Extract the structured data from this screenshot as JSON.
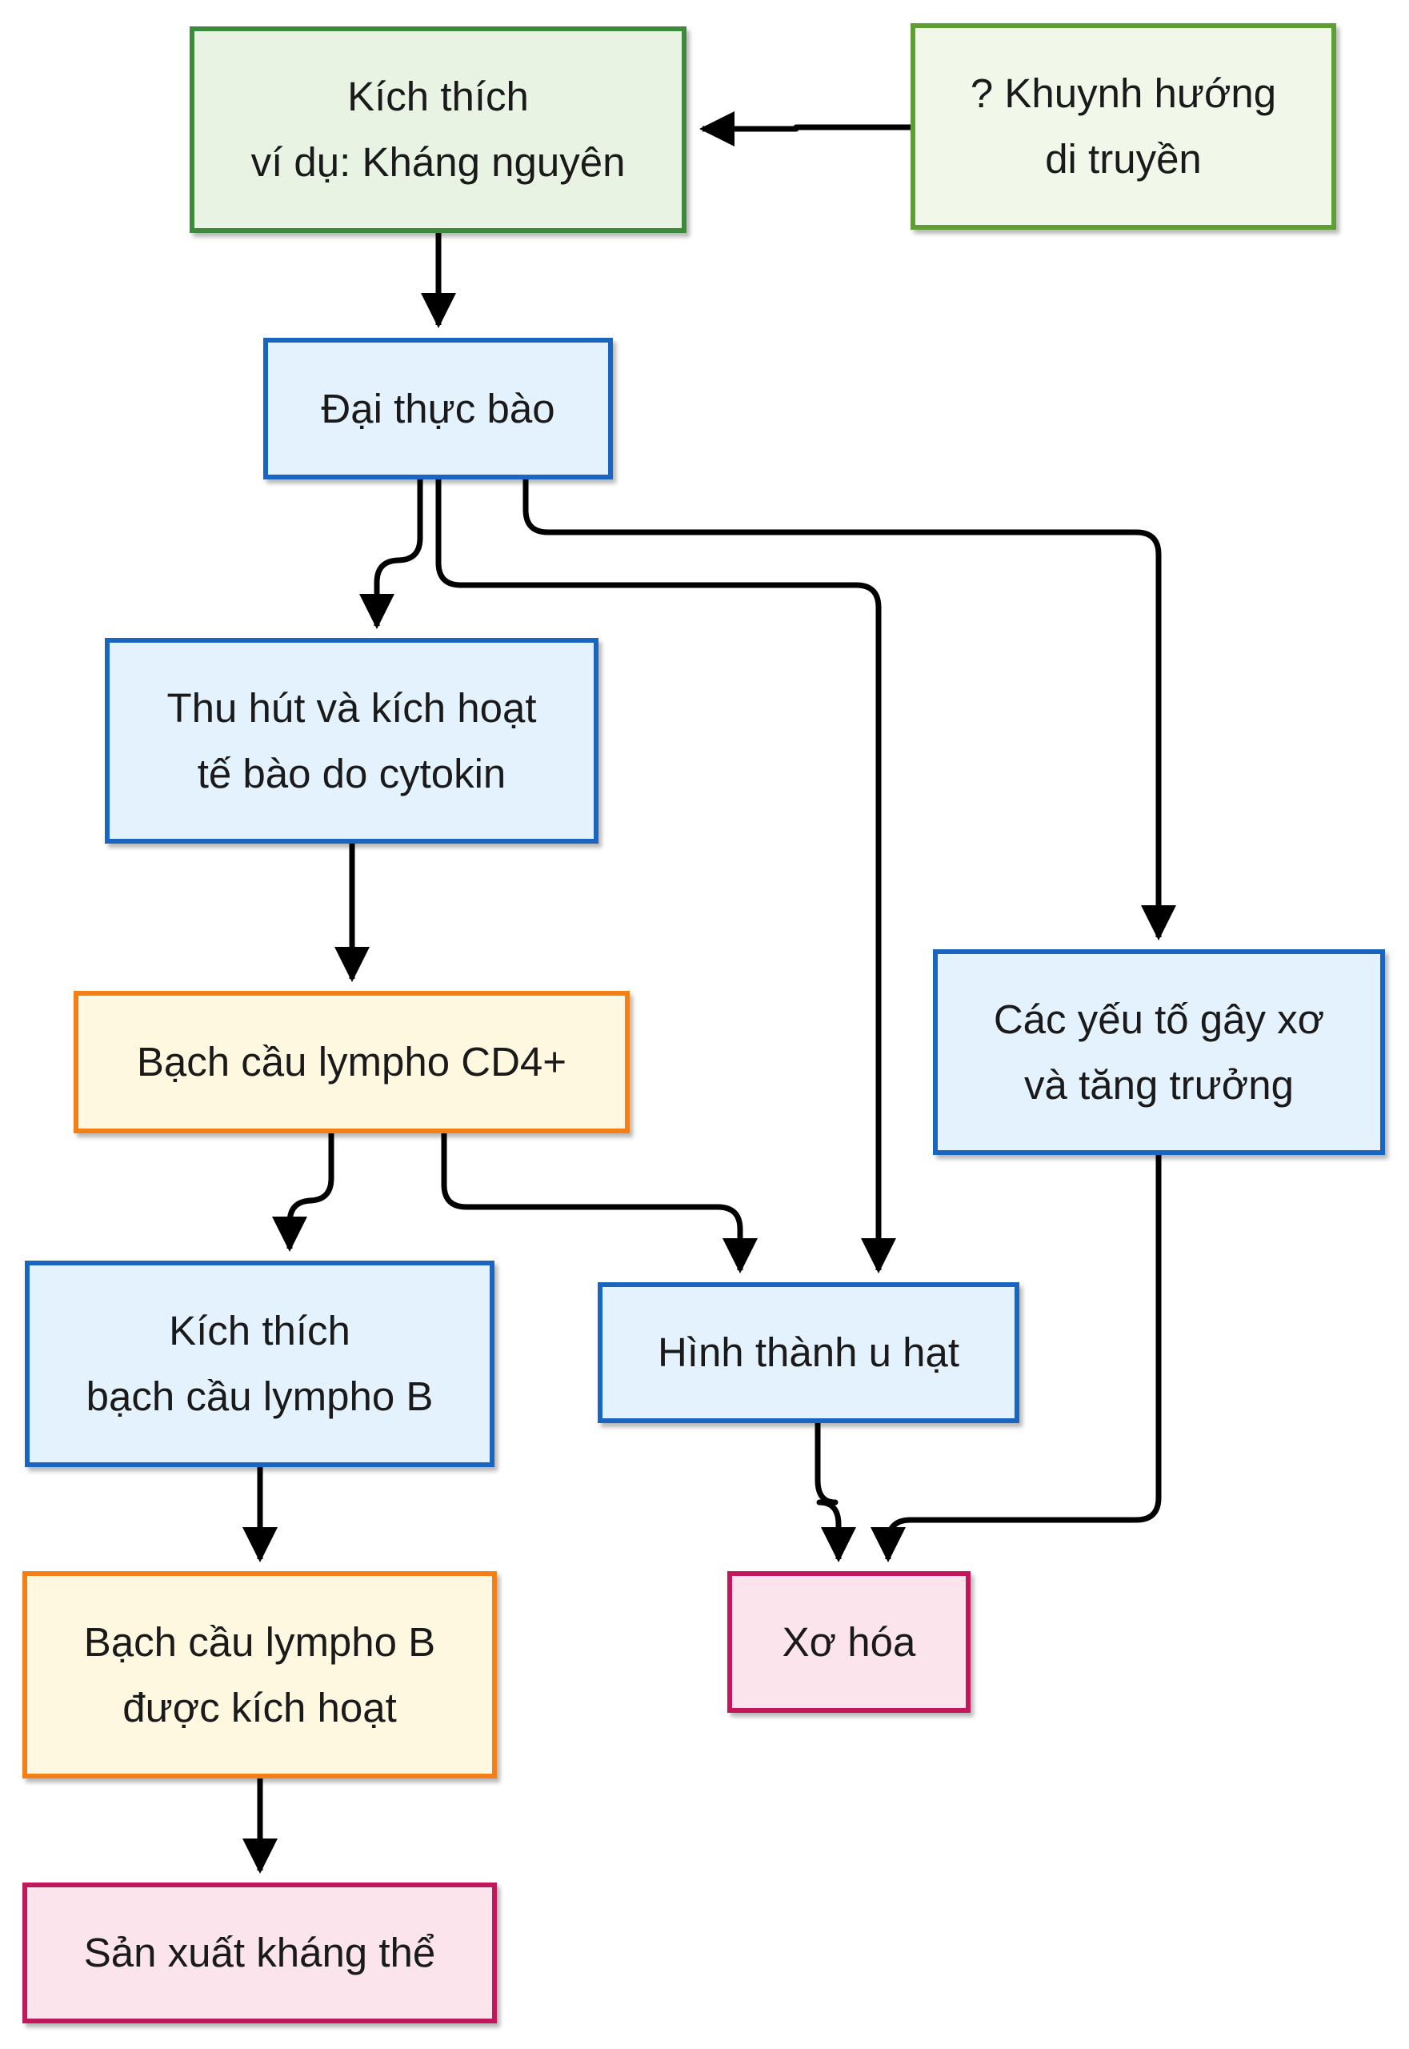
{
  "nodes": {
    "stimulus": {
      "line1": "Kích thích",
      "line2": "ví dụ: Kháng nguyên"
    },
    "genetic": {
      "line1": "? Khuynh hướng",
      "line2": "di truyền"
    },
    "macrophage": {
      "line1": "Đại thực bào"
    },
    "cytokine": {
      "line1": "Thu hút và kích hoạt",
      "line2": "tế bào do cytokin"
    },
    "cd4": {
      "line1": "Bạch cầu lympho CD4+"
    },
    "fibrogenic": {
      "line1": "Các yếu tố gây xơ",
      "line2": "và tăng trưởng"
    },
    "bstim": {
      "line1": "Kích thích",
      "line2": "bạch cầu lympho B"
    },
    "granuloma": {
      "line1": "Hình thành u hạt"
    },
    "bactivated": {
      "line1": "Bạch cầu lympho B",
      "line2": "được kích hoạt"
    },
    "fibrosis": {
      "line1": "Xơ hóa"
    },
    "antibody": {
      "line1": "Sản xuất kháng thể"
    }
  },
  "colors": {
    "edge": "#000000",
    "green_dark_border": "#3c8a3c",
    "green_light_border": "#5f9e32",
    "blue_border": "#1a65c0",
    "orange_border": "#f57f17",
    "pink_border": "#c2185b"
  }
}
